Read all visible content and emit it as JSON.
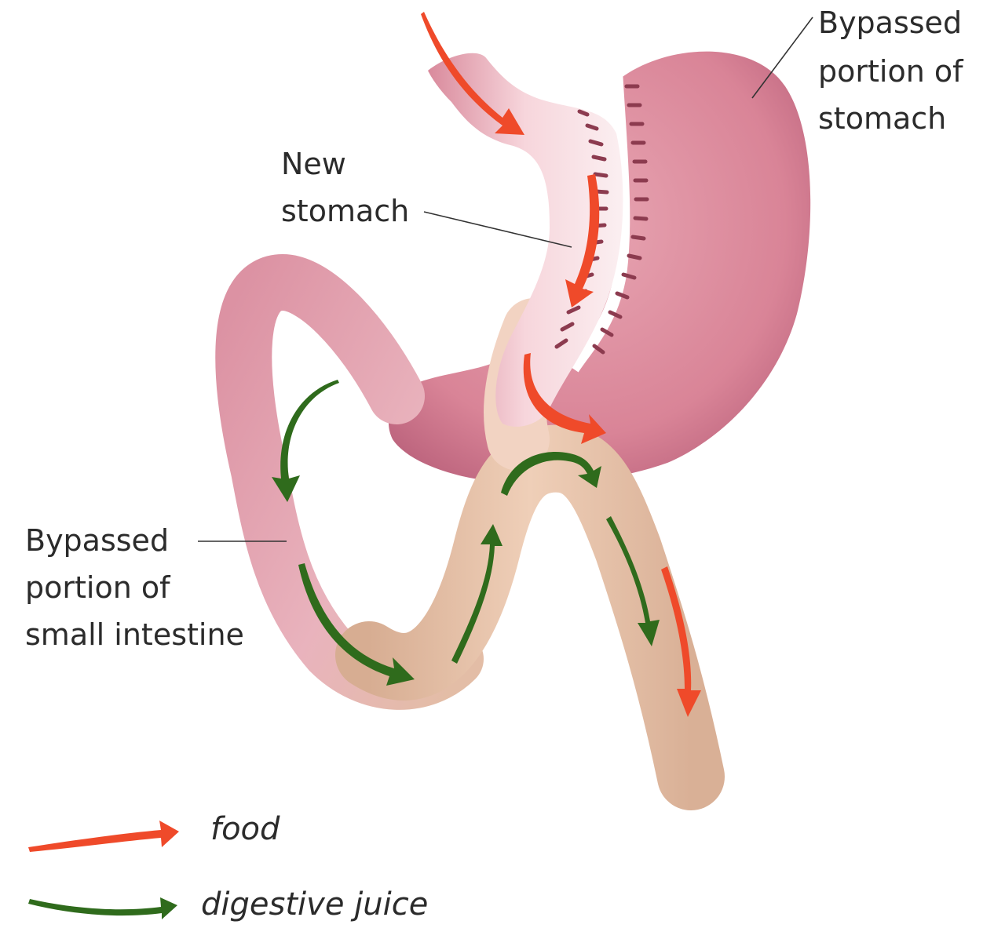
{
  "labels": {
    "bypassed_stomach": [
      "Bypassed",
      "portion of",
      "stomach"
    ],
    "new_stomach": [
      "New",
      "stomach"
    ],
    "bypassed_intestine": [
      "Bypassed",
      "portion of",
      "small intestine"
    ]
  },
  "legend": {
    "food": "food",
    "digestive_juice": "digestive juice"
  },
  "colors": {
    "food_arrow": "#ef4a2a",
    "juice_arrow": "#2f6b1c",
    "stomach": "#d98497",
    "stomach_light": "#f3c4cc",
    "intestine": "#e6bfa2",
    "staples": "#8c3b4f",
    "text": "#2b2b2b"
  }
}
